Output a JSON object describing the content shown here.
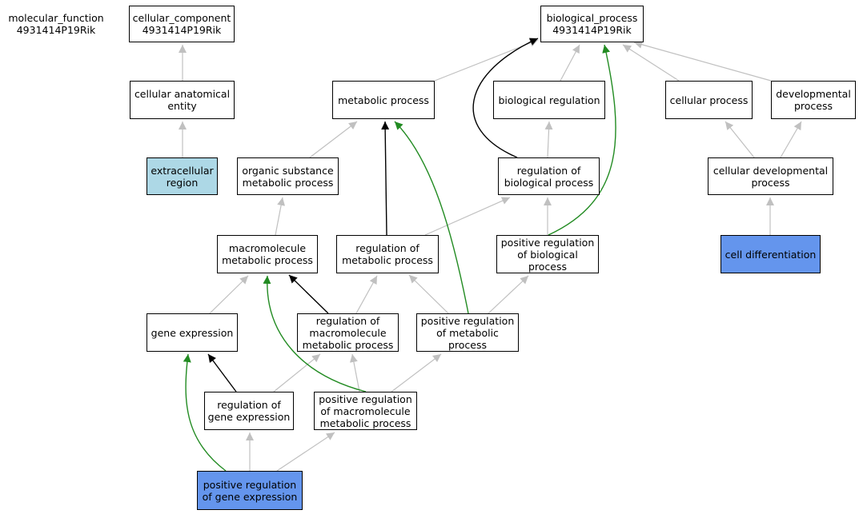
{
  "colors": {
    "edge_gray": "#c0c0c0",
    "edge_black": "#000000",
    "edge_green": "#228b22",
    "highlight_light": "#add8e6",
    "highlight_blue": "#6495ed"
  },
  "nodes": [
    {
      "id": "mf",
      "label": "molecular_function\n4931414P19Rik"
    },
    {
      "id": "cc",
      "label": "cellular_component\n4931414P19Rik"
    },
    {
      "id": "bp",
      "label": "biological_process\n4931414P19Rik"
    },
    {
      "id": "cae",
      "label": "cellular anatomical\nentity"
    },
    {
      "id": "mp",
      "label": "metabolic process"
    },
    {
      "id": "br",
      "label": "biological regulation"
    },
    {
      "id": "cp",
      "label": "cellular process"
    },
    {
      "id": "dp",
      "label": "developmental\nprocess"
    },
    {
      "id": "er",
      "label": "extracellular\nregion"
    },
    {
      "id": "osmp",
      "label": "organic substance\nmetabolic process"
    },
    {
      "id": "robp",
      "label": "regulation of\nbiological process"
    },
    {
      "id": "cdp",
      "label": "cellular developmental\nprocess"
    },
    {
      "id": "mmp",
      "label": "macromolecule\nmetabolic process"
    },
    {
      "id": "rmp",
      "label": "regulation of\nmetabolic process"
    },
    {
      "id": "prbp",
      "label": "positive regulation\nof biological\nprocess"
    },
    {
      "id": "cd",
      "label": "cell differentiation"
    },
    {
      "id": "ge",
      "label": "gene expression"
    },
    {
      "id": "rmmp",
      "label": "regulation of\nmacromolecule\nmetabolic process"
    },
    {
      "id": "prmp",
      "label": "positive regulation\nof metabolic\nprocess"
    },
    {
      "id": "rge",
      "label": "regulation of\ngene expression"
    },
    {
      "id": "prmmp",
      "label": "positive regulation\nof macromolecule\nmetabolic process"
    },
    {
      "id": "prge",
      "label": "positive regulation\nof gene expression"
    }
  ],
  "edges": [
    {
      "from": "cae",
      "to": "cc",
      "kind": "is_a"
    },
    {
      "from": "er",
      "to": "cae",
      "kind": "is_a"
    },
    {
      "from": "mp",
      "to": "bp",
      "kind": "is_a"
    },
    {
      "from": "br",
      "to": "bp",
      "kind": "is_a"
    },
    {
      "from": "cp",
      "to": "bp",
      "kind": "is_a"
    },
    {
      "from": "dp",
      "to": "bp",
      "kind": "is_a"
    },
    {
      "from": "osmp",
      "to": "mp",
      "kind": "is_a"
    },
    {
      "from": "robp",
      "to": "br",
      "kind": "is_a"
    },
    {
      "from": "robp",
      "to": "bp",
      "kind": "regulates"
    },
    {
      "from": "cdp",
      "to": "cp",
      "kind": "is_a"
    },
    {
      "from": "cdp",
      "to": "dp",
      "kind": "is_a"
    },
    {
      "from": "mmp",
      "to": "osmp",
      "kind": "is_a"
    },
    {
      "from": "rmp",
      "to": "mp",
      "kind": "regulates"
    },
    {
      "from": "rmp",
      "to": "robp",
      "kind": "is_a"
    },
    {
      "from": "prbp",
      "to": "robp",
      "kind": "is_a"
    },
    {
      "from": "prbp",
      "to": "bp",
      "kind": "positively_regulates"
    },
    {
      "from": "cd",
      "to": "cdp",
      "kind": "is_a"
    },
    {
      "from": "ge",
      "to": "mmp",
      "kind": "is_a"
    },
    {
      "from": "rmmp",
      "to": "mmp",
      "kind": "regulates"
    },
    {
      "from": "rmmp",
      "to": "rmp",
      "kind": "is_a"
    },
    {
      "from": "prmp",
      "to": "rmp",
      "kind": "is_a"
    },
    {
      "from": "prmp",
      "to": "prbp",
      "kind": "is_a"
    },
    {
      "from": "prmp",
      "to": "mp",
      "kind": "positively_regulates"
    },
    {
      "from": "rge",
      "to": "ge",
      "kind": "regulates"
    },
    {
      "from": "rge",
      "to": "rmmp",
      "kind": "is_a"
    },
    {
      "from": "prmmp",
      "to": "rmmp",
      "kind": "is_a"
    },
    {
      "from": "prmmp",
      "to": "prmp",
      "kind": "is_a"
    },
    {
      "from": "prmmp",
      "to": "mmp",
      "kind": "positively_regulates"
    },
    {
      "from": "prge",
      "to": "rge",
      "kind": "is_a"
    },
    {
      "from": "prge",
      "to": "prmmp",
      "kind": "is_a"
    },
    {
      "from": "prge",
      "to": "ge",
      "kind": "positively_regulates"
    }
  ]
}
